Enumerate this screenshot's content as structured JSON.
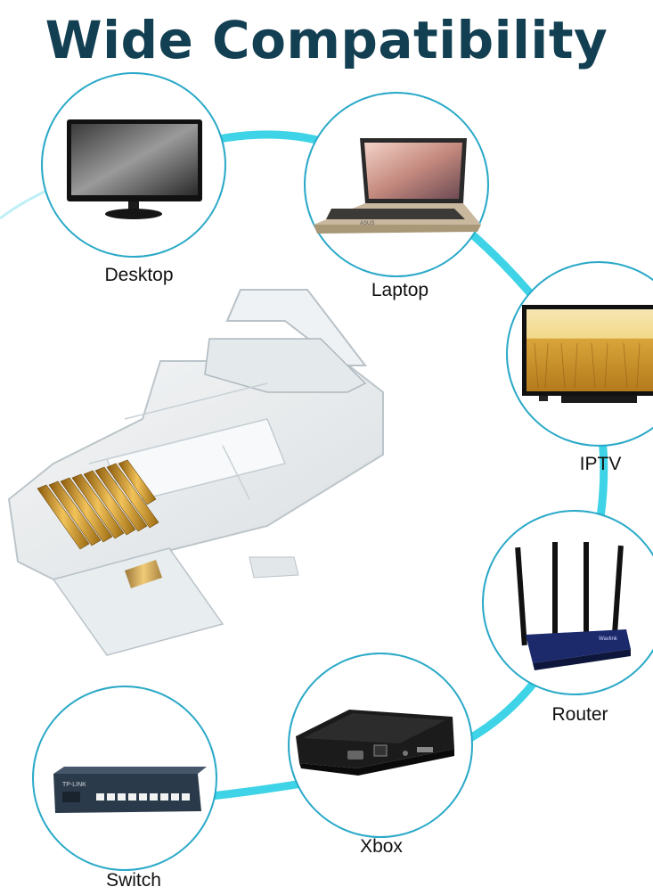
{
  "title": "Wide Compatibility",
  "colors": {
    "title": "#123f52",
    "ring": "#2aa9c8",
    "wire": "#3ed3e6"
  },
  "devices": [
    {
      "label": "Desktop",
      "icon": "desktop-monitor-icon"
    },
    {
      "label": "Laptop",
      "icon": "laptop-icon"
    },
    {
      "label": "IPTV",
      "icon": "tv-icon"
    },
    {
      "label": "Router",
      "icon": "wifi-router-icon"
    },
    {
      "label": "Xbox",
      "icon": "game-console-icon"
    },
    {
      "label": "Switch",
      "icon": "network-switch-icon"
    }
  ],
  "connector": {
    "icon": "rj45-connector-icon"
  },
  "laptop_brand": "ASUS",
  "switch_brand": "TP-LINK",
  "router_brand": "Wavlink"
}
